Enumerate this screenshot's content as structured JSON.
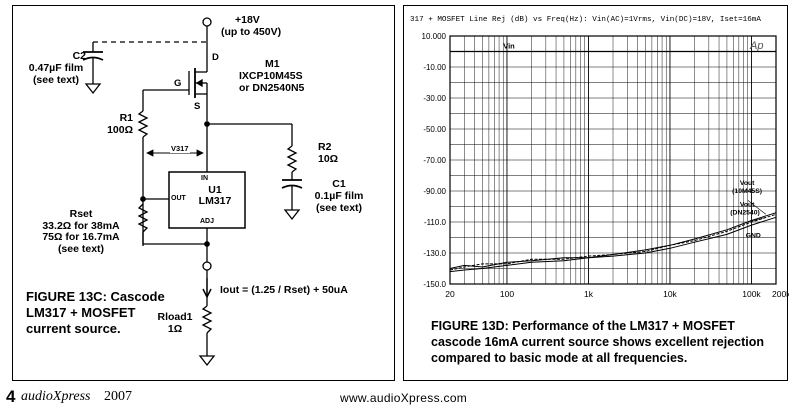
{
  "schematic": {
    "supply_label": "+18V",
    "supply_range": "(up to 450V)",
    "c2_name": "C2",
    "c2_value": "0.47µF film",
    "c2_note": "(see text)",
    "m1_name": "M1",
    "m1_part1": "IXCP10M45S",
    "m1_part2": "or DN2540N5",
    "pin_d": "D",
    "pin_g": "G",
    "pin_s": "S",
    "r1_name": "R1",
    "r1_value": "100Ω",
    "v317_label": "V317",
    "r2_name": "R2",
    "r2_value": "10Ω",
    "c1_name": "C1",
    "c1_value": "0.1µF film",
    "c1_note": "(see text)",
    "u1_in": "IN",
    "u1_name": "U1",
    "u1_part": "LM317",
    "u1_out": "OUT",
    "u1_adj": "ADJ",
    "rset_name": "Rset",
    "rset_line1": "33.2Ω for 38mA",
    "rset_line2": "75Ω for 16.7mA",
    "rset_note": "(see text)",
    "iout_formula": "Iout  = (1.25 / Rset) + 50uA",
    "rload_name": "Rload1",
    "rload_value": "1Ω",
    "caption": "FIGURE 13C: Cascode LM317 + MOSFET current source."
  },
  "chart_data": {
    "type": "line",
    "title": "317 + MOSFET Line Rej (dB) vs Freq(Hz): Vin(AC)=1Vrms, Vin(DC)=18V, Iset=16mA",
    "xlabel": "",
    "ylabel": "",
    "x_scale": "log",
    "xlim": [
      20,
      200000
    ],
    "ylim": [
      -150,
      10
    ],
    "grid": true,
    "legend_position": "none",
    "watermark": "Ap",
    "x_tick_labels": [
      "20",
      "100",
      "1k",
      "10k",
      "100k",
      "200k"
    ],
    "x_ticks": [
      20,
      100,
      1000,
      10000,
      100000,
      200000
    ],
    "y_tick_labels": [
      "10.000",
      "-10.00",
      "-30.00",
      "-50.00",
      "-70.00",
      "-90.00",
      "-110.0",
      "-130.0",
      "-150.0"
    ],
    "y_ticks": [
      10,
      -10,
      -30,
      -50,
      -70,
      -90,
      -110,
      -130,
      -150
    ],
    "annotations": [
      "Vin",
      "Vout (10M45S)",
      "Vout (DN2540)",
      "GND"
    ],
    "series": [
      {
        "name": "Vin",
        "x": [
          20,
          200000
        ],
        "y": [
          0,
          0
        ]
      },
      {
        "name": "Vout (10M45S)",
        "x": [
          20,
          30,
          50,
          100,
          200,
          500,
          1000,
          2000,
          5000,
          10000,
          20000,
          50000,
          100000,
          200000
        ],
        "y": [
          -140,
          -138,
          -139,
          -136,
          -135,
          -133,
          -133,
          -131,
          -128,
          -125,
          -121,
          -115,
          -109,
          -104
        ]
      },
      {
        "name": "Vout (DN2540)",
        "x": [
          20,
          30,
          50,
          100,
          200,
          500,
          1000,
          2000,
          5000,
          10000,
          20000,
          50000,
          100000,
          200000
        ],
        "y": [
          -141,
          -139,
          -137,
          -137,
          -134,
          -134,
          -132,
          -131,
          -129,
          -125,
          -122,
          -116,
          -110,
          -105
        ]
      },
      {
        "name": "GND",
        "x": [
          20,
          30,
          50,
          100,
          200,
          500,
          1000,
          2000,
          5000,
          10000,
          20000,
          50000,
          100000,
          200000
        ],
        "y": [
          -142,
          -141,
          -140,
          -138,
          -136,
          -135,
          -133,
          -132,
          -130,
          -127,
          -123,
          -118,
          -112,
          -107
        ]
      }
    ]
  },
  "figure13d_caption": "FIGURE 13D: Performance of the LM317 + MOSFET cascode 16mA current source shows excellent rejection compared to basic mode at all frequencies.",
  "footer": {
    "page_number": "4",
    "magazine": "audioXpress",
    "year": "2007",
    "website": "www.audioXpress.com"
  }
}
